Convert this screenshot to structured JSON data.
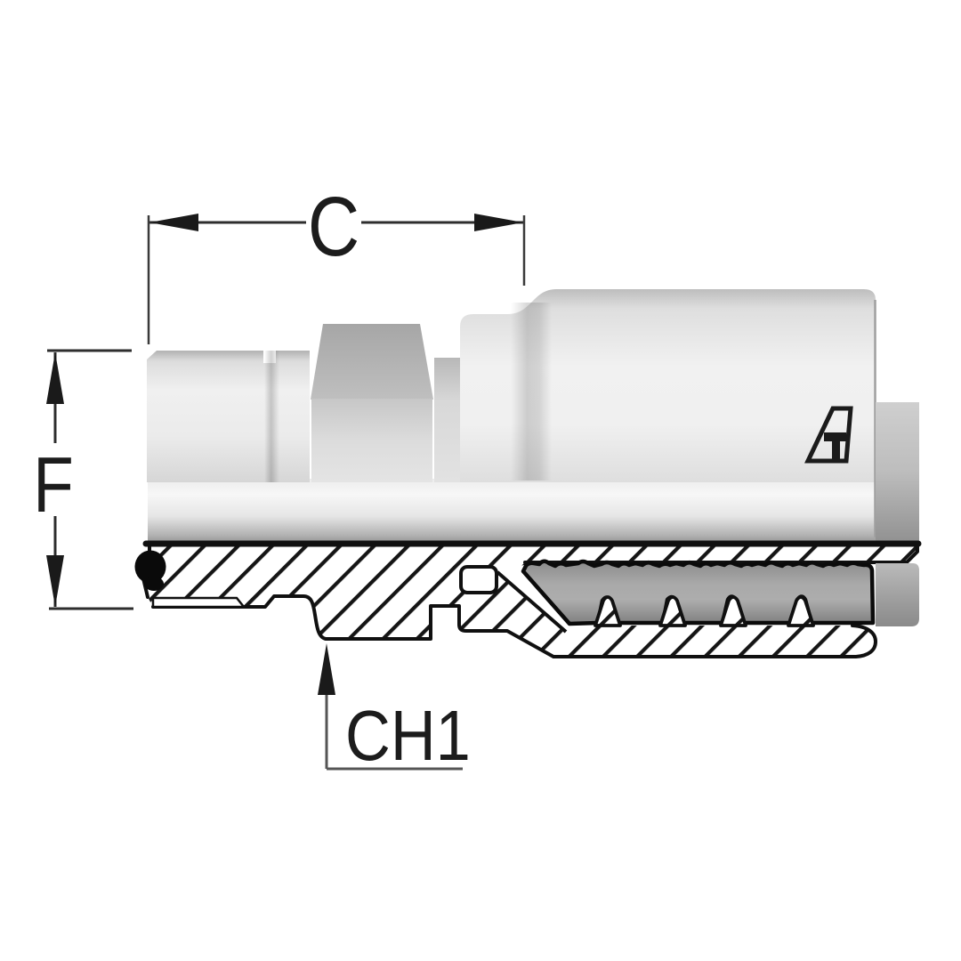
{
  "meta": {
    "title": "Hydraulic crimp fitting section drawing"
  },
  "dimensions": {
    "c": {
      "label": "C"
    },
    "f": {
      "label": "F"
    },
    "ch1": {
      "label": "CH1"
    }
  },
  "logo": {
    "name": "alfagomma-mark"
  },
  "colors": {
    "background": "#ffffff",
    "outline": "#101010",
    "body_light": "#f3f3f3",
    "body_shadow": "#9d9d9d",
    "hose_gray": "#9a9a9a",
    "dimension_line": "#2e2e2e",
    "label_text": "#1c1c1c"
  }
}
